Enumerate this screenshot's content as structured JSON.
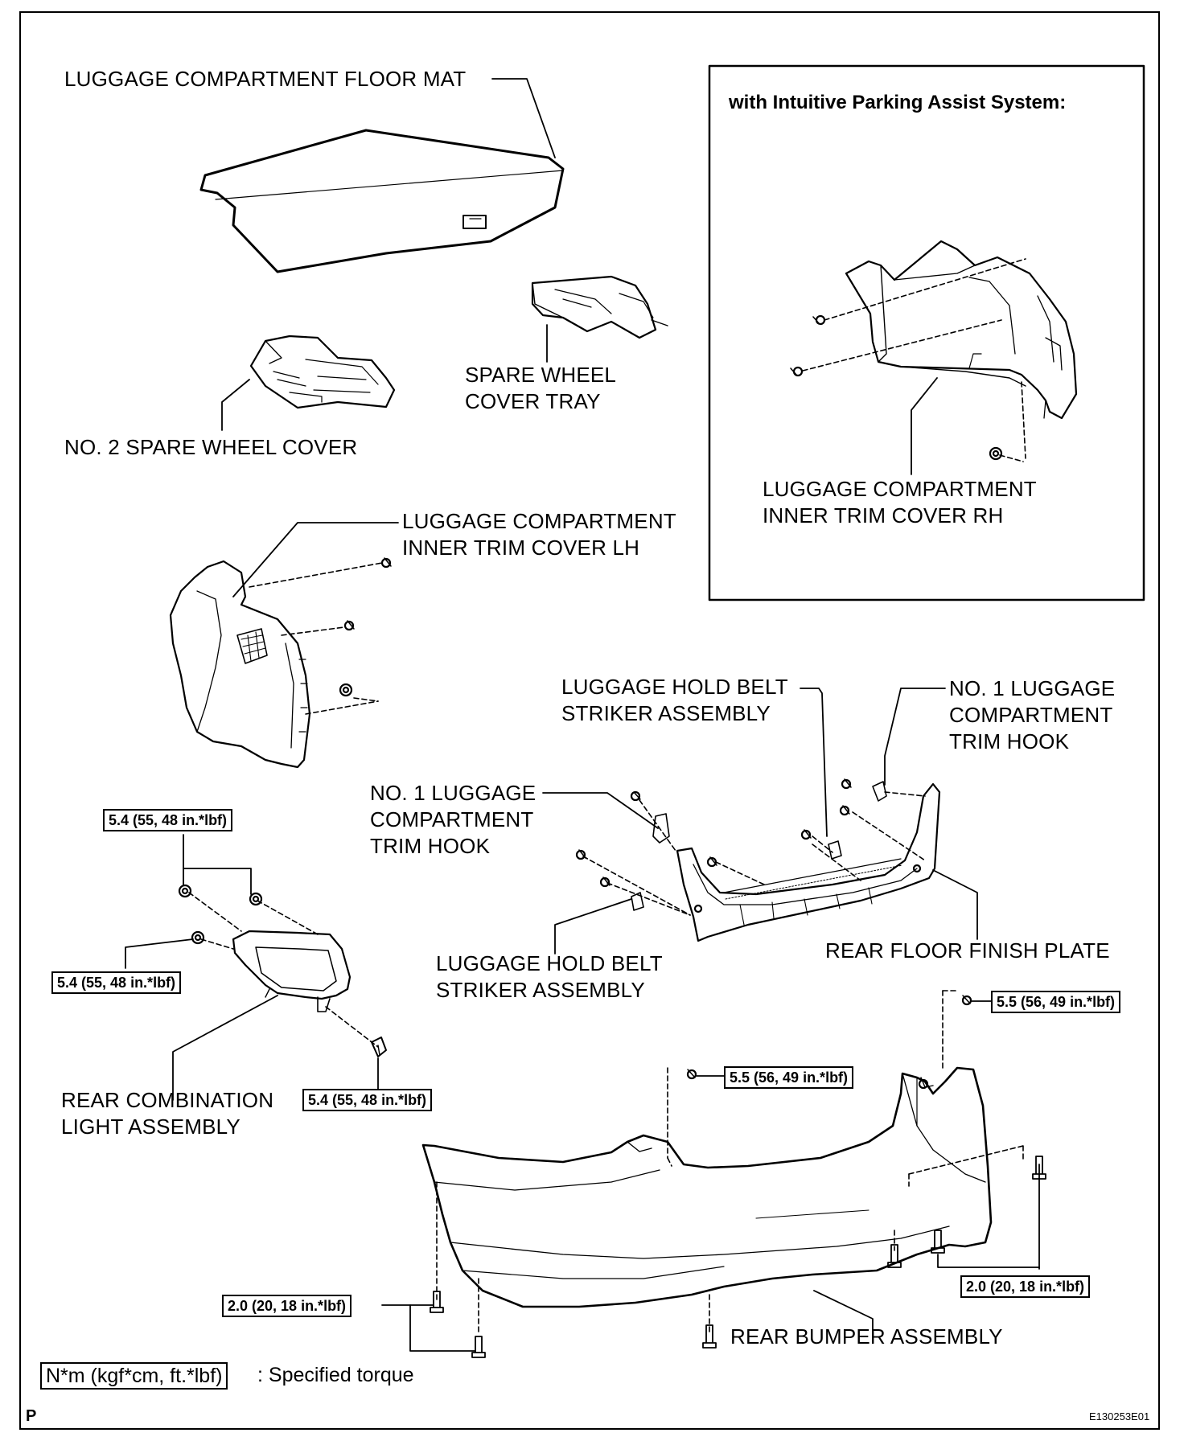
{
  "inset": {
    "title": "with Intuitive Parking Assist System:"
  },
  "labels": {
    "floor_mat": "LUGGAGE COMPARTMENT FLOOR MAT",
    "spare_wheel_cover_tray": "SPARE WHEEL\nCOVER TRAY",
    "no2_spare_wheel_cover": "NO. 2 SPARE WHEEL COVER",
    "inner_trim_rh": "LUGGAGE COMPARTMENT\nINNER TRIM COVER RH",
    "inner_trim_lh": "LUGGAGE COMPARTMENT\nINNER TRIM COVER LH",
    "hold_belt_striker_top": "LUGGAGE HOLD BELT\nSTRIKER ASSEMBLY",
    "no1_trim_hook_right": "NO. 1 LUGGAGE\nCOMPARTMENT\nTRIM HOOK",
    "no1_trim_hook_left": "NO. 1 LUGGAGE\nCOMPARTMENT\nTRIM HOOK",
    "hold_belt_striker_bottom": "LUGGAGE HOLD BELT\nSTRIKER ASSEMBLY",
    "rear_floor_finish_plate": "REAR FLOOR FINISH PLATE",
    "rear_combination_light": "REAR COMBINATION\nLIGHT ASSEMBLY",
    "rear_bumper": "REAR BUMPER ASSEMBLY"
  },
  "torques": {
    "light_top": "5.4 (55, 48 in.*lbf)",
    "light_left": "5.4 (55, 48 in.*lbf)",
    "light_bottom": "5.4 (55, 48 in.*lbf)",
    "bumper_upper_right": "5.5 (56, 49 in.*lbf)",
    "bumper_upper_center": "5.5 (56, 49 in.*lbf)",
    "bumper_lower_left": "2.0 (20, 18 in.*lbf)",
    "bumper_lower_right": "2.0 (20, 18 in.*lbf)"
  },
  "legend": {
    "unit": "N*m (kgf*cm, ft.*lbf)",
    "text": ": Specified torque"
  },
  "footer": {
    "corner": "P",
    "code": "E130253E01"
  }
}
